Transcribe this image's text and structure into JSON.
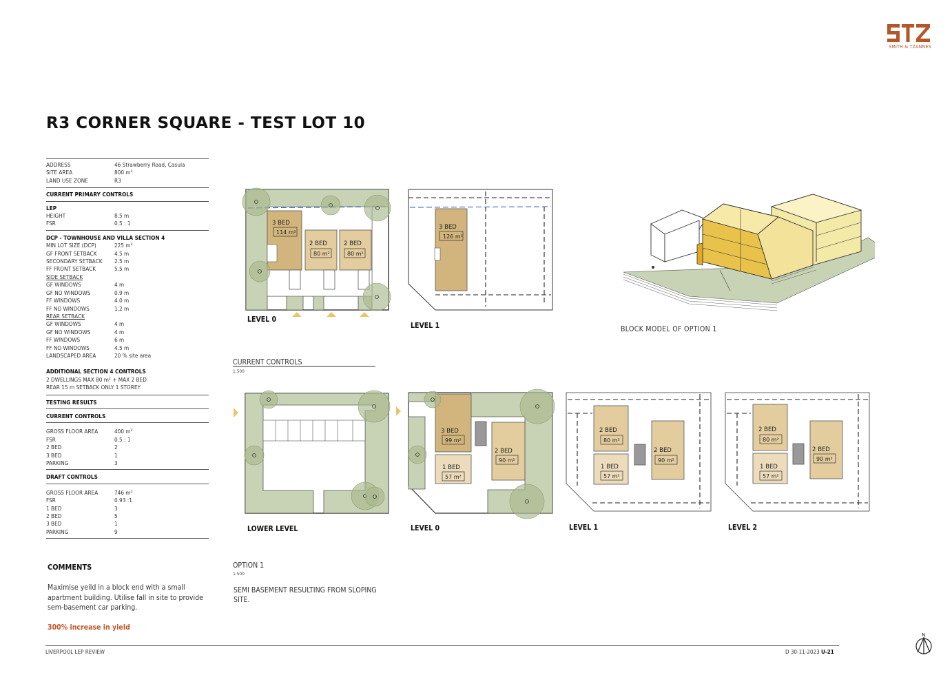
{
  "brand": {
    "name": "SMITH & TZANNES",
    "colors": {
      "accent": "#b5562a",
      "yield": "#c2562b"
    }
  },
  "title": "R3 CORNER SQUARE - TEST LOT 10",
  "site": [
    {
      "k": "ADDRESS",
      "v": "46 Strawberry Road, Casula"
    },
    {
      "k": "SITE AREA",
      "v": "800 m²"
    },
    {
      "k": "LAND USE ZONE",
      "v": "R3"
    }
  ],
  "current_primary_controls": "CURRENT PRIMARY CONTROLS",
  "lep": {
    "heading": "LEP",
    "rows": [
      {
        "k": "HEIGHT",
        "v": "8.5 m"
      },
      {
        "k": "FSR",
        "v": "0.5 : 1"
      }
    ]
  },
  "dcp": {
    "heading": "DCP - TOWNHOUSE AND VILLA SECTION 4",
    "rows": [
      {
        "k": "MIN LOT SIZE (DCP)",
        "v": "225 m²"
      },
      {
        "k": "GF FRONT SETBACK",
        "v": "4.5 m"
      },
      {
        "k": "SECONDARY SETBACK",
        "v": "2.5 m"
      },
      {
        "k": "FF FRONT SETBACK",
        "v": "5.5 m"
      }
    ],
    "side_heading": "SIDE SETBACK",
    "side_rows": [
      {
        "k": "GF WINDOWS",
        "v": "4 m"
      },
      {
        "k": "GF NO WINDOWS",
        "v": "0.9 m"
      },
      {
        "k": "FF WINDOWS",
        "v": "4.0 m"
      },
      {
        "k": "FF NO WINDOWS",
        "v": "1.2 m"
      }
    ],
    "rear_heading": "REAR SETBACK",
    "rear_rows": [
      {
        "k": "GF WINDOWS",
        "v": "4 m"
      },
      {
        "k": "GF NO WINDOWS",
        "v": "4 m"
      },
      {
        "k": "FF WINDOWS",
        "v": "6 m"
      },
      {
        "k": "FF NO WINDOWS",
        "v": "4.5 m"
      },
      {
        "k": "LANDSCAPED AREA",
        "v": "20 % site area"
      }
    ]
  },
  "additional": {
    "heading": "ADDITIONAL SECTION 4 CONTROLS",
    "line1": "2 DWELLINGS MAX 80 m² + MAX 2 BED",
    "line2": "REAR 15 m SETBACK  ONLY 1 STOREY"
  },
  "testing_results": "TESTING RESULTS",
  "current_controls": {
    "heading": "CURRENT CONTROLS",
    "rows": [
      {
        "k": "GROSS FLOOR AREA",
        "v": "400 m²"
      },
      {
        "k": "FSR",
        "v": "0.5 : 1"
      },
      {
        "k": "2 BED",
        "v": "2"
      },
      {
        "k": "3 BED",
        "v": "1"
      },
      {
        "k": "PARKING",
        "v": "3"
      }
    ]
  },
  "draft_controls": {
    "heading": "DRAFT CONTROLS",
    "rows": [
      {
        "k": "GROSS FLOOR AREA",
        "v": "746 m²"
      },
      {
        "k": "FSR",
        "v": "0.93 :1"
      },
      {
        "k": "1 BED",
        "v": "3"
      },
      {
        "k": "2 BED",
        "v": "5"
      },
      {
        "k": "3 BED",
        "v": "1"
      },
      {
        "k": "PARKING",
        "v": "9"
      }
    ]
  },
  "comments": {
    "heading": "COMMENTS",
    "text": "Maximise yeild in a block end with a small apartment building. Utilise fall in site to provide sem-basement car parking.",
    "highlight": "300% increase in yield"
  },
  "diagrams": {
    "top_level0": "LEVEL 0",
    "top_level1": "LEVEL 1",
    "block_model": "BLOCK MODEL OF OPTION 1",
    "current_controls_title": "CURRENT CONTROLS",
    "option1_title": "OPTION 1",
    "scale": "1:500",
    "opt_lower": "LOWER LEVEL",
    "opt_level0": "LEVEL 0",
    "opt_level1": "LEVEL 1",
    "opt_level2": "LEVEL 2",
    "note": "SEMI BASEMENT RESULTING FROM SLOPING SITE.",
    "units": {
      "u3bed": "3 BED",
      "a114": "114 m²",
      "a126": "126 m²",
      "u2bed": "2 BED",
      "a80": "80 m²",
      "a99": "99 m²",
      "a90": "90 m²",
      "u1bed": "1 BED",
      "a57": "57 m²"
    }
  },
  "footer": {
    "left": "LIVERPOOL LEP REVIEW",
    "date": "D 30-11-2023",
    "page": "U-21",
    "north": "N"
  }
}
